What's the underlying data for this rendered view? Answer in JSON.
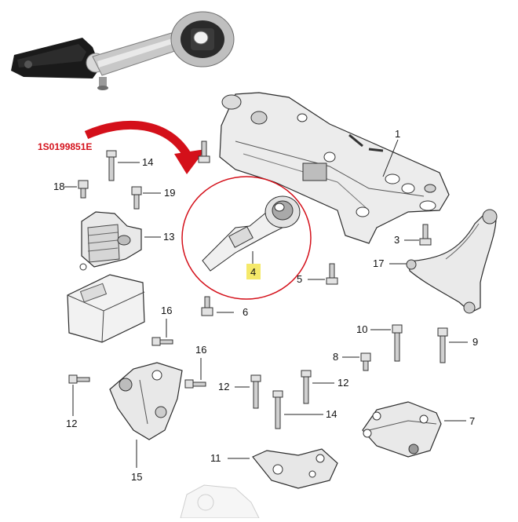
{
  "part_number": "1S0199851E",
  "highlighted_part": "4",
  "callouts": {
    "c1": "1",
    "c3": "3",
    "c4": "4",
    "c5": "5",
    "c6": "6",
    "c7": "7",
    "c8": "8",
    "c9": "9",
    "c10": "10",
    "c11": "11",
    "c12a": "12",
    "c12b": "12",
    "c12c": "12",
    "c13": "13",
    "c14a": "14",
    "c14b": "14",
    "c15": "15",
    "c16a": "16",
    "c16b": "16",
    "c17": "17",
    "c18": "18",
    "c19": "19"
  },
  "colors": {
    "accent_red": "#d4101a",
    "highlight_yellow": "#f5e96a",
    "line": "#222222",
    "part_fill": "#e6e6e6",
    "part_shade": "#bdbdbd"
  }
}
